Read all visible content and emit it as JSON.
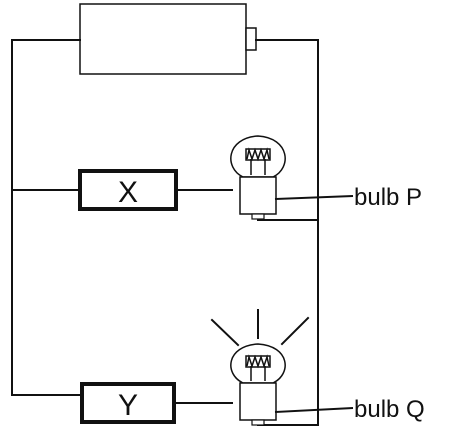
{
  "components": {
    "box_x_label": "X",
    "box_y_label": "Y",
    "bulb_p_label": "bulb P",
    "bulb_q_label": "bulb Q"
  },
  "bulb_q_lit": true,
  "colors": {
    "line": "#111111",
    "background": "#ffffff"
  }
}
